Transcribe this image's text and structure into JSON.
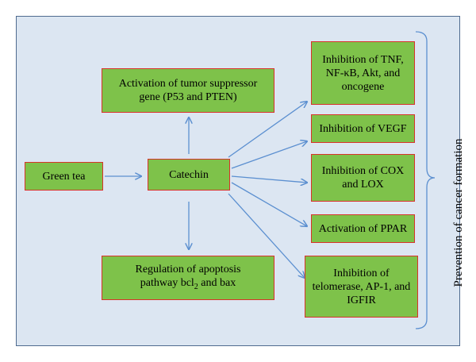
{
  "nodes": {
    "green_tea": "Green tea",
    "catechin": "Catechin",
    "tumor_suppressor": [
      "Activation of tumor suppressor",
      "gene (P53 and PTEN)"
    ],
    "apoptosis_line1": "Regulation of apoptosis",
    "apoptosis_line2_pre": "pathway bcl",
    "apoptosis_line2_sub": "2",
    "apoptosis_line2_post": " and bax",
    "tnf": [
      "Inhibition of TNF,",
      "NF-κB, Akt, and",
      "oncogene"
    ],
    "vegf": "Inhibition of VEGF",
    "cox": [
      "Inhibition of COX",
      "and LOX"
    ],
    "ppar": "Activation of PPAR",
    "telomerase": [
      "Inhibition of",
      "telomerase, AP-1, and",
      "IGFIR"
    ]
  },
  "bracket_label": "Prevention of cancer formation",
  "colors": {
    "background": "#dce6f2",
    "frame": "#4f6b8f",
    "box_fill": "#7ec24a",
    "box_border": "#d8322a",
    "arrow": "#5b8fd0"
  }
}
